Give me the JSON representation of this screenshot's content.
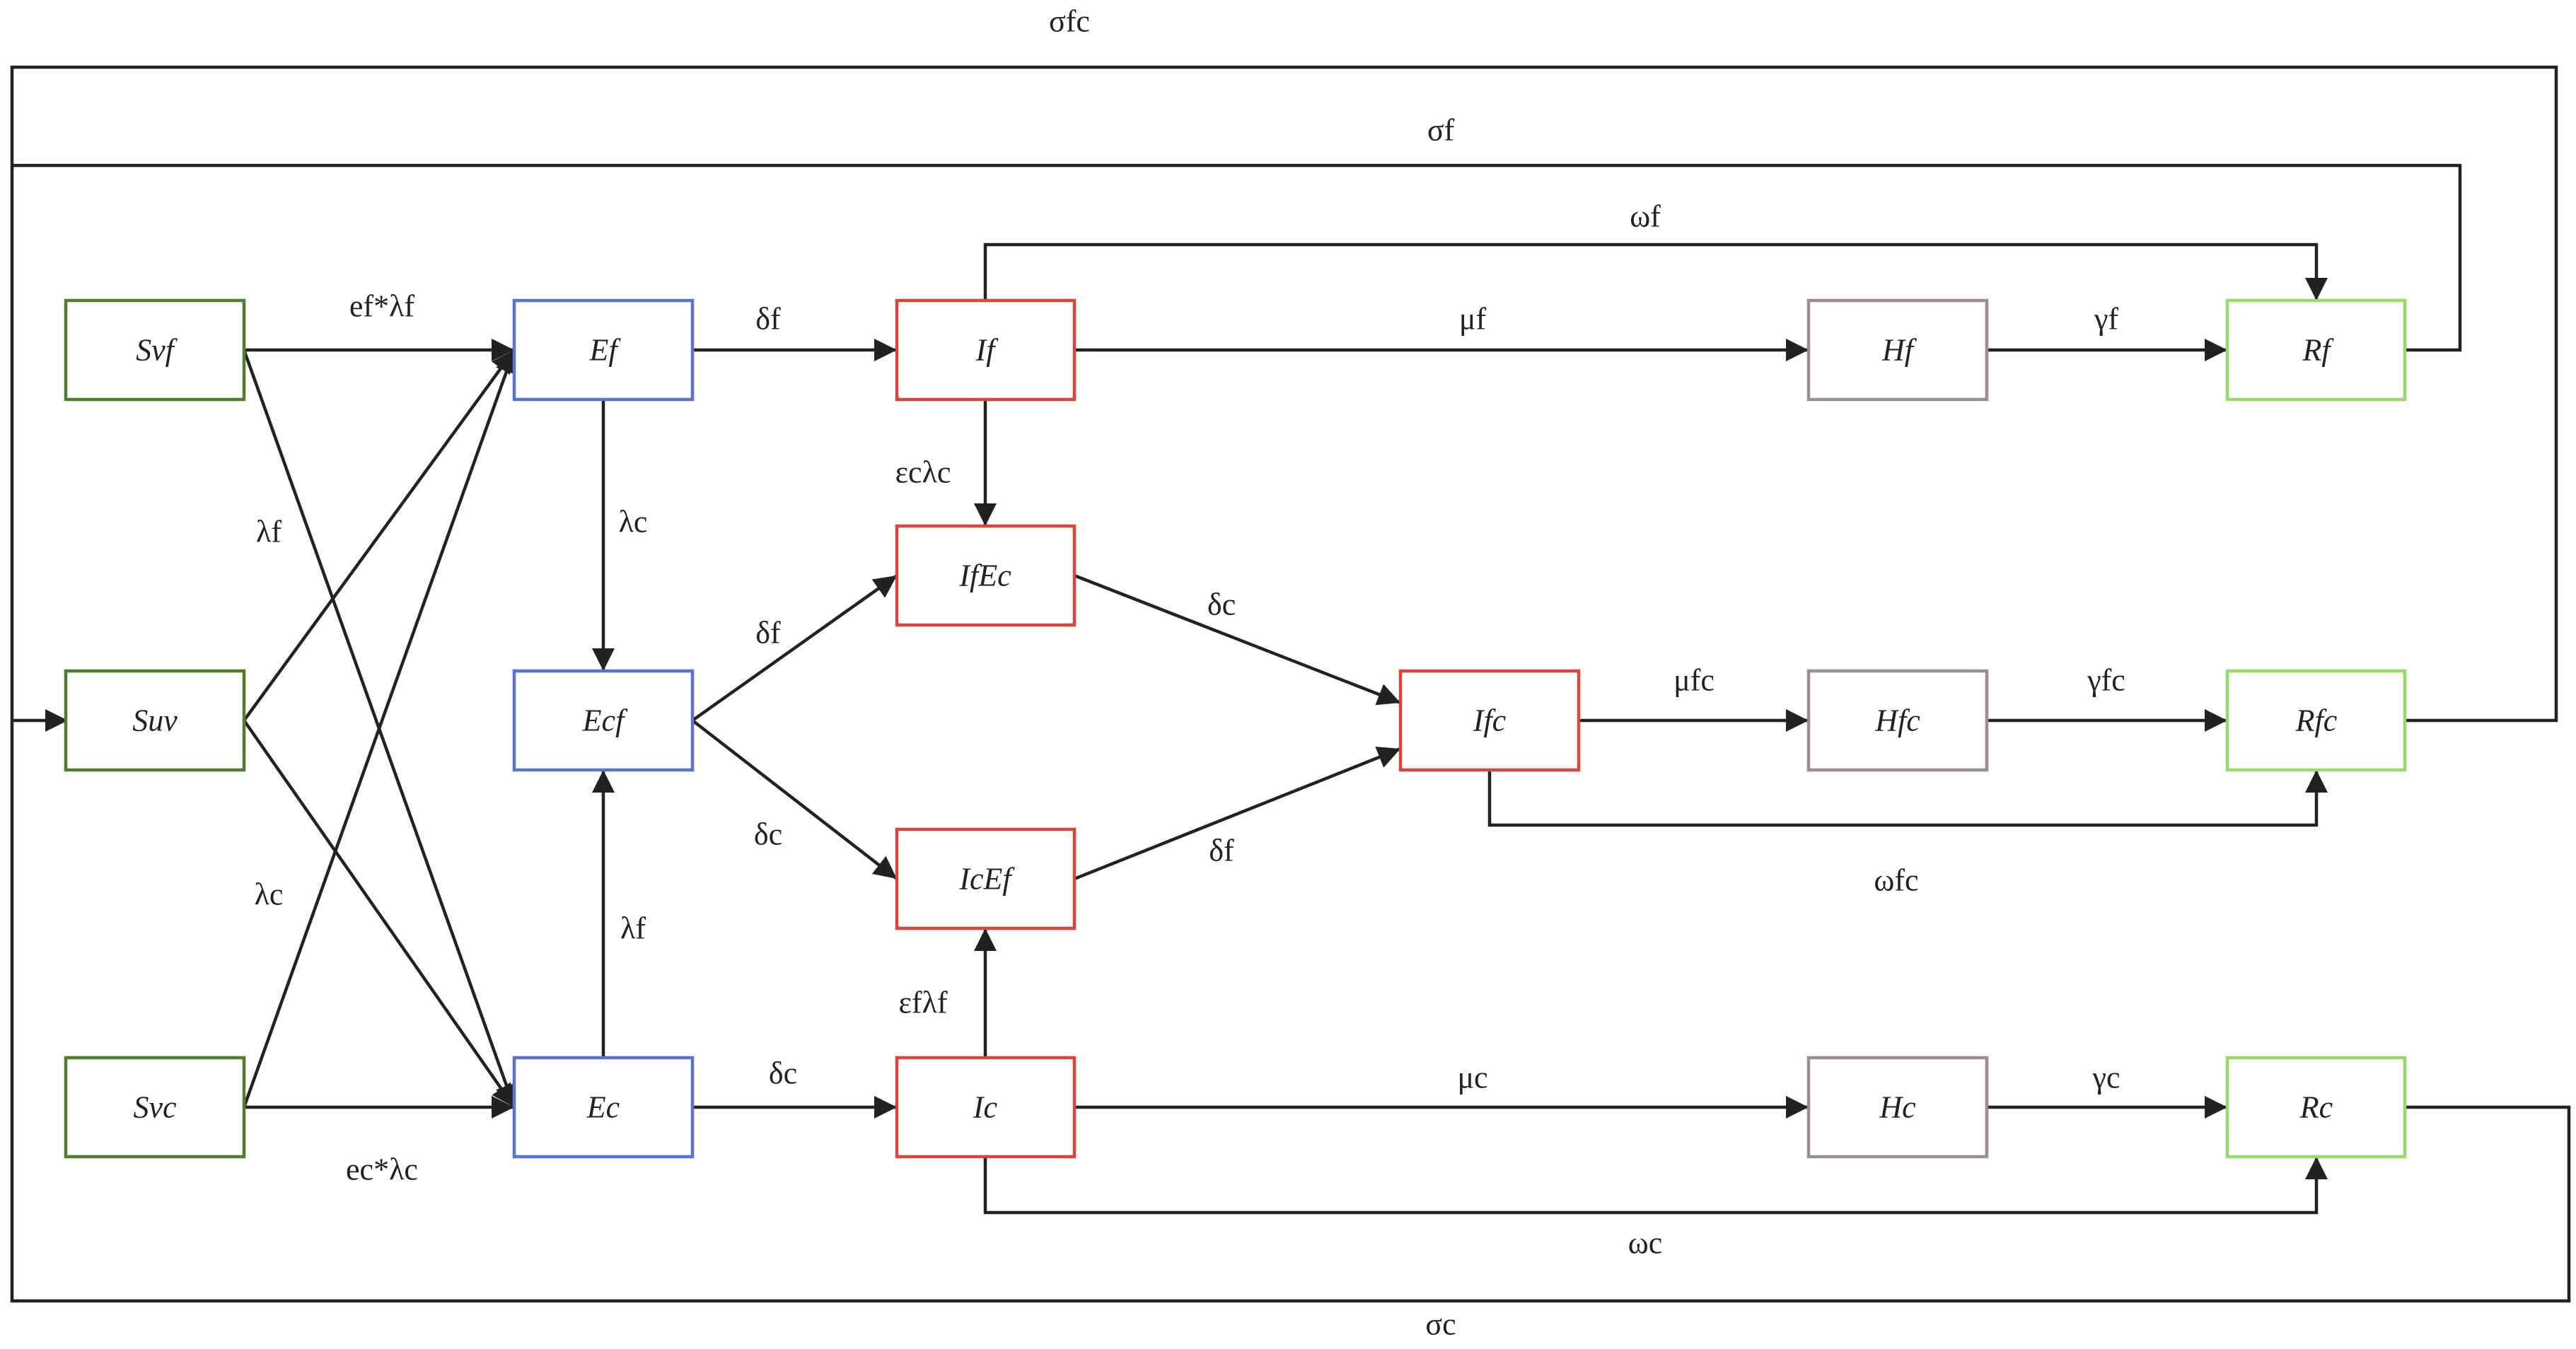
{
  "colors": {
    "susceptible": "#4f7f2c",
    "exposed": "#5b72d6",
    "infected": "#d9453a",
    "hospitalized": "#9a8e92",
    "recovered": "#95dc6b",
    "line": "#222222"
  },
  "nodes": {
    "Svf": "Svf",
    "Suv": "Suv",
    "Svc": "Svc",
    "Ef": "Ef",
    "Ecf": "Ecf",
    "Ec": "Ec",
    "If": "If",
    "IfEc": "IfEc",
    "IcEf": "IcEf",
    "Ic": "Ic",
    "Ifc": "Ifc",
    "Hf": "Hf",
    "Hfc": "Hfc",
    "Hc": "Hc",
    "Rf": "Rf",
    "Rfc": "Rfc",
    "Rc": "Rc"
  },
  "edges": {
    "sigma_fc": "σfc",
    "sigma_f": "σf",
    "sigma_c": "σc",
    "omega_f": "ωf",
    "omega_fc": "ωfc",
    "omega_c": "ωc",
    "svf_ef": "ef*λf",
    "svc_ec": "ec*λc",
    "lambda_f_left": "λf",
    "lambda_c_left": "λc",
    "ef_ecf": "λc",
    "ec_ecf": "λf",
    "ef_if": "δf",
    "ec_ic": "δc",
    "ecf_ifec": "δf",
    "ecf_icef": "δc",
    "if_ifec": "εcλc",
    "ic_icef": "εfλf",
    "ifec_ifc": "δc",
    "icef_ifc": "δf",
    "if_hf": "μf",
    "ifc_hfc": "μfc",
    "ic_hc": "μc",
    "hf_rf": "γf",
    "hfc_rfc": "γfc",
    "hc_rc": "γc"
  }
}
